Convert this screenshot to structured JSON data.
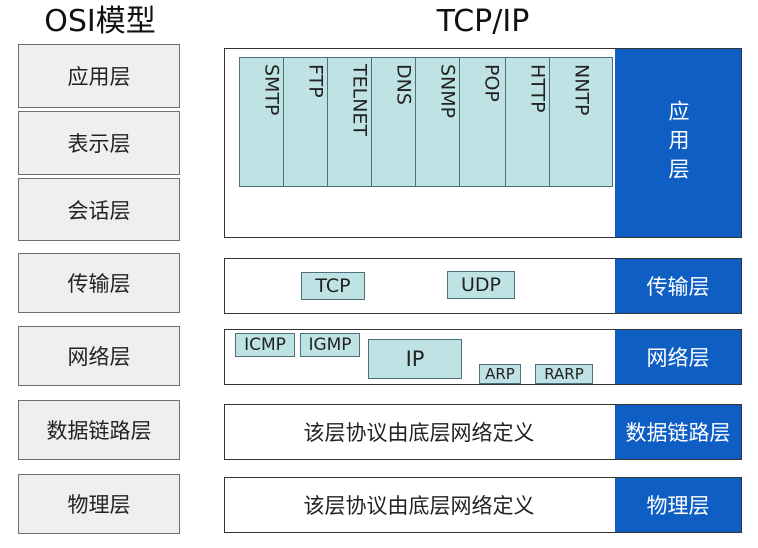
{
  "titles": {
    "osi": "OSI模型",
    "tcpip": "TCP/IP"
  },
  "osi_layers": [
    "应用层",
    "表示层",
    "会话层",
    "传输层",
    "网络层",
    "数据链路层",
    "物理层"
  ],
  "tcpip": {
    "application": {
      "protocols": [
        "SMTP",
        "FTP",
        "TELNET",
        "DNS",
        "SNMP",
        "POP",
        "HTTP",
        "NNTP"
      ],
      "label": "应用层"
    },
    "transport": {
      "protocols": [
        "TCP",
        "UDP"
      ],
      "label": "传输层"
    },
    "network": {
      "protocols": [
        "ICMP",
        "IGMP",
        "IP",
        "ARP",
        "RARP"
      ],
      "label": "网络层"
    },
    "datalink": {
      "text": "该层协议由底层网络定义",
      "label": "数据链路层"
    },
    "physical": {
      "text": "该层协议由底层网络定义",
      "label": "物理层"
    }
  },
  "colors": {
    "blue": "#0f5ec4",
    "protocol_fill": "#bfe3e5",
    "osi_fill": "#efefef"
  }
}
